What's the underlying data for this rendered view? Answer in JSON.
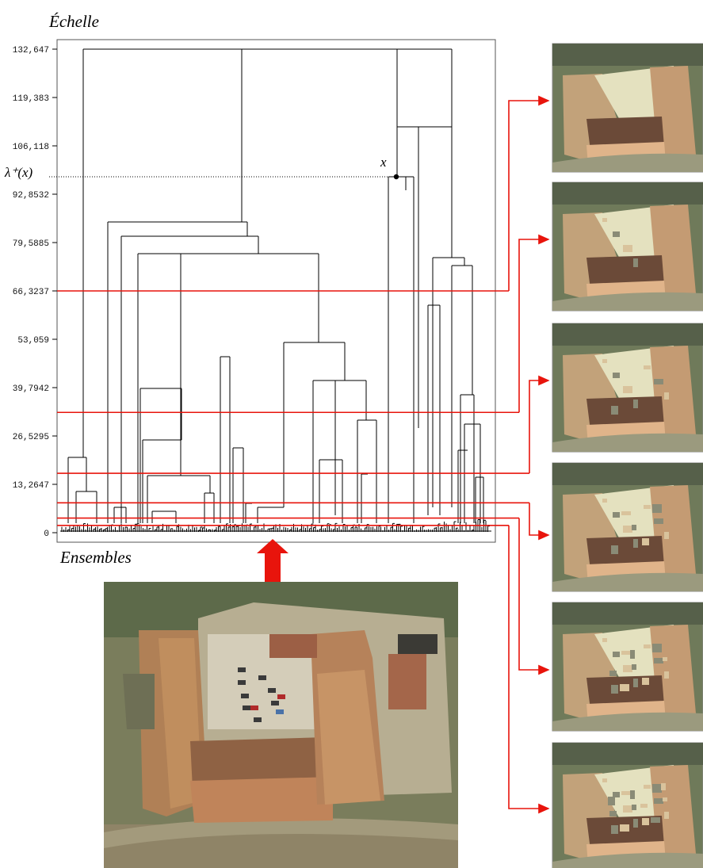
{
  "labels": {
    "scale_axis": "Échelle",
    "sets_axis": "Ensembles",
    "lambda": "λ⁺(x)",
    "node": "x"
  },
  "chart_data": {
    "type": "dendrogram",
    "y_ticks": [
      "132,647",
      "119,383",
      "106,118",
      "92,8532",
      "79,5885",
      "66,3237",
      "53,059",
      "39,7942",
      "26,5295",
      "13,2647",
      "0"
    ],
    "ylim": [
      0,
      132.647
    ],
    "lambda_level": 97.5,
    "cut_levels": [
      66.3237,
      33.0,
      16.3,
      8.2,
      4.0,
      2.0
    ]
  },
  "colors": {
    "cut_line": "#e8140c",
    "tree": "#000000",
    "arrow": "#e8140c"
  },
  "thumbnails": [
    {
      "name": "segmentation-level-1"
    },
    {
      "name": "segmentation-level-2"
    },
    {
      "name": "segmentation-level-3"
    },
    {
      "name": "segmentation-level-4"
    },
    {
      "name": "segmentation-level-5"
    },
    {
      "name": "segmentation-level-6"
    }
  ]
}
